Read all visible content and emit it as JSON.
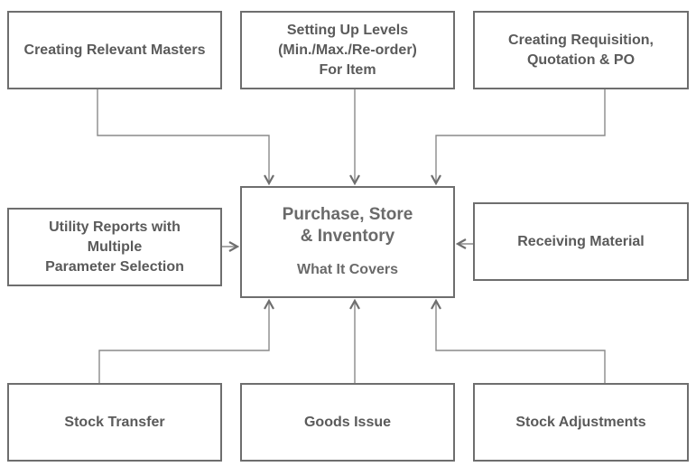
{
  "diagram": {
    "center": {
      "title_lines": [
        "Purchase, Store",
        "& Inventory"
      ],
      "subtitle": "What It Covers"
    },
    "nodes": [
      {
        "id": "creating-relevant-masters",
        "lines": [
          "Creating Relevant Masters"
        ]
      },
      {
        "id": "setting-up-levels",
        "lines": [
          "Setting Up Levels",
          "(Min./Max./Re-order)",
          "For Item"
        ]
      },
      {
        "id": "creating-requisition",
        "lines": [
          "Creating Requisition,",
          "Quotation & PO"
        ]
      },
      {
        "id": "utility-reports",
        "lines": [
          "Utility Reports with",
          "Multiple",
          "Parameter Selection"
        ]
      },
      {
        "id": "receiving-material",
        "lines": [
          "Receiving Material"
        ]
      },
      {
        "id": "stock-transfer",
        "lines": [
          "Stock Transfer"
        ]
      },
      {
        "id": "goods-issue",
        "lines": [
          "Goods Issue"
        ]
      },
      {
        "id": "stock-adjustments",
        "lines": [
          "Stock Adjustments"
        ]
      }
    ],
    "edges": [
      {
        "from": "creating-relevant-masters",
        "to": "center"
      },
      {
        "from": "setting-up-levels",
        "to": "center"
      },
      {
        "from": "creating-requisition",
        "to": "center"
      },
      {
        "from": "utility-reports",
        "to": "center"
      },
      {
        "from": "receiving-material",
        "to": "center"
      },
      {
        "from": "stock-transfer",
        "to": "center"
      },
      {
        "from": "goods-issue",
        "to": "center"
      },
      {
        "from": "stock-adjustments",
        "to": "center"
      }
    ],
    "colors": {
      "border": "#6e6e6e",
      "text": "#5a5a5a",
      "connector": "#7a7a7a"
    }
  }
}
